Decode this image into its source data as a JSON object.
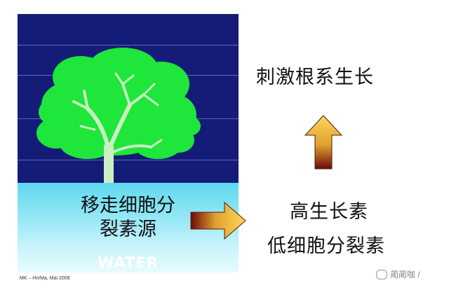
{
  "panel": {
    "water_caption_line1": "移走细胞分",
    "water_caption_line2": "裂素源",
    "water_label": "WATER",
    "credit": "MK – Hn/Ma, Mai 2008"
  },
  "right": {
    "top_label": "刺激根系生长",
    "mid_label_line1": "高生长素",
    "mid_label_line2": "低细胞分裂素"
  },
  "watermark": {
    "text": "蔺蔺咖 /"
  },
  "colors": {
    "sky": "#141c78",
    "foliage": "#1ee63a",
    "trunk": "#c8f0c0",
    "water_top": "#5fd8ee",
    "arrow_light": "#ffd75a",
    "arrow_dark": "#6e0a0a"
  }
}
